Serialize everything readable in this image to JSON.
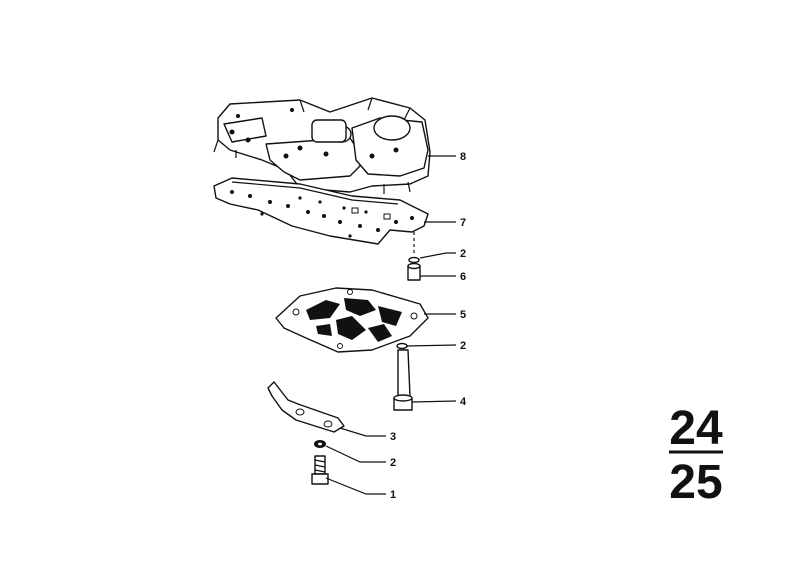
{
  "callouts": [
    {
      "id": "c8",
      "label": "8"
    },
    {
      "id": "c7",
      "label": "7"
    },
    {
      "id": "c2a",
      "label": "2"
    },
    {
      "id": "c6",
      "label": "6"
    },
    {
      "id": "c5",
      "label": "5"
    },
    {
      "id": "c2b",
      "label": "2"
    },
    {
      "id": "c4",
      "label": "4"
    },
    {
      "id": "c3",
      "label": "3"
    },
    {
      "id": "c2c",
      "label": "2"
    },
    {
      "id": "c1",
      "label": "1"
    }
  ],
  "page_ref": {
    "top": "24",
    "bottom": "25"
  }
}
